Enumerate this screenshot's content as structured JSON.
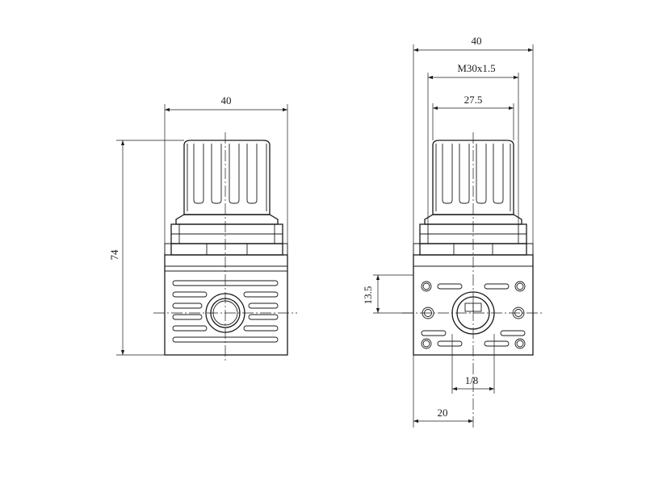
{
  "dimensions": {
    "left_width": "40",
    "left_height": "74",
    "right_width": "40",
    "thread": "M30x1.5",
    "knob_diameter": "27.5",
    "port_height": "13.5",
    "port_size": "1/8",
    "port_offset": "20"
  },
  "colors": {
    "line": "#1a1a1a",
    "background": "#ffffff"
  }
}
